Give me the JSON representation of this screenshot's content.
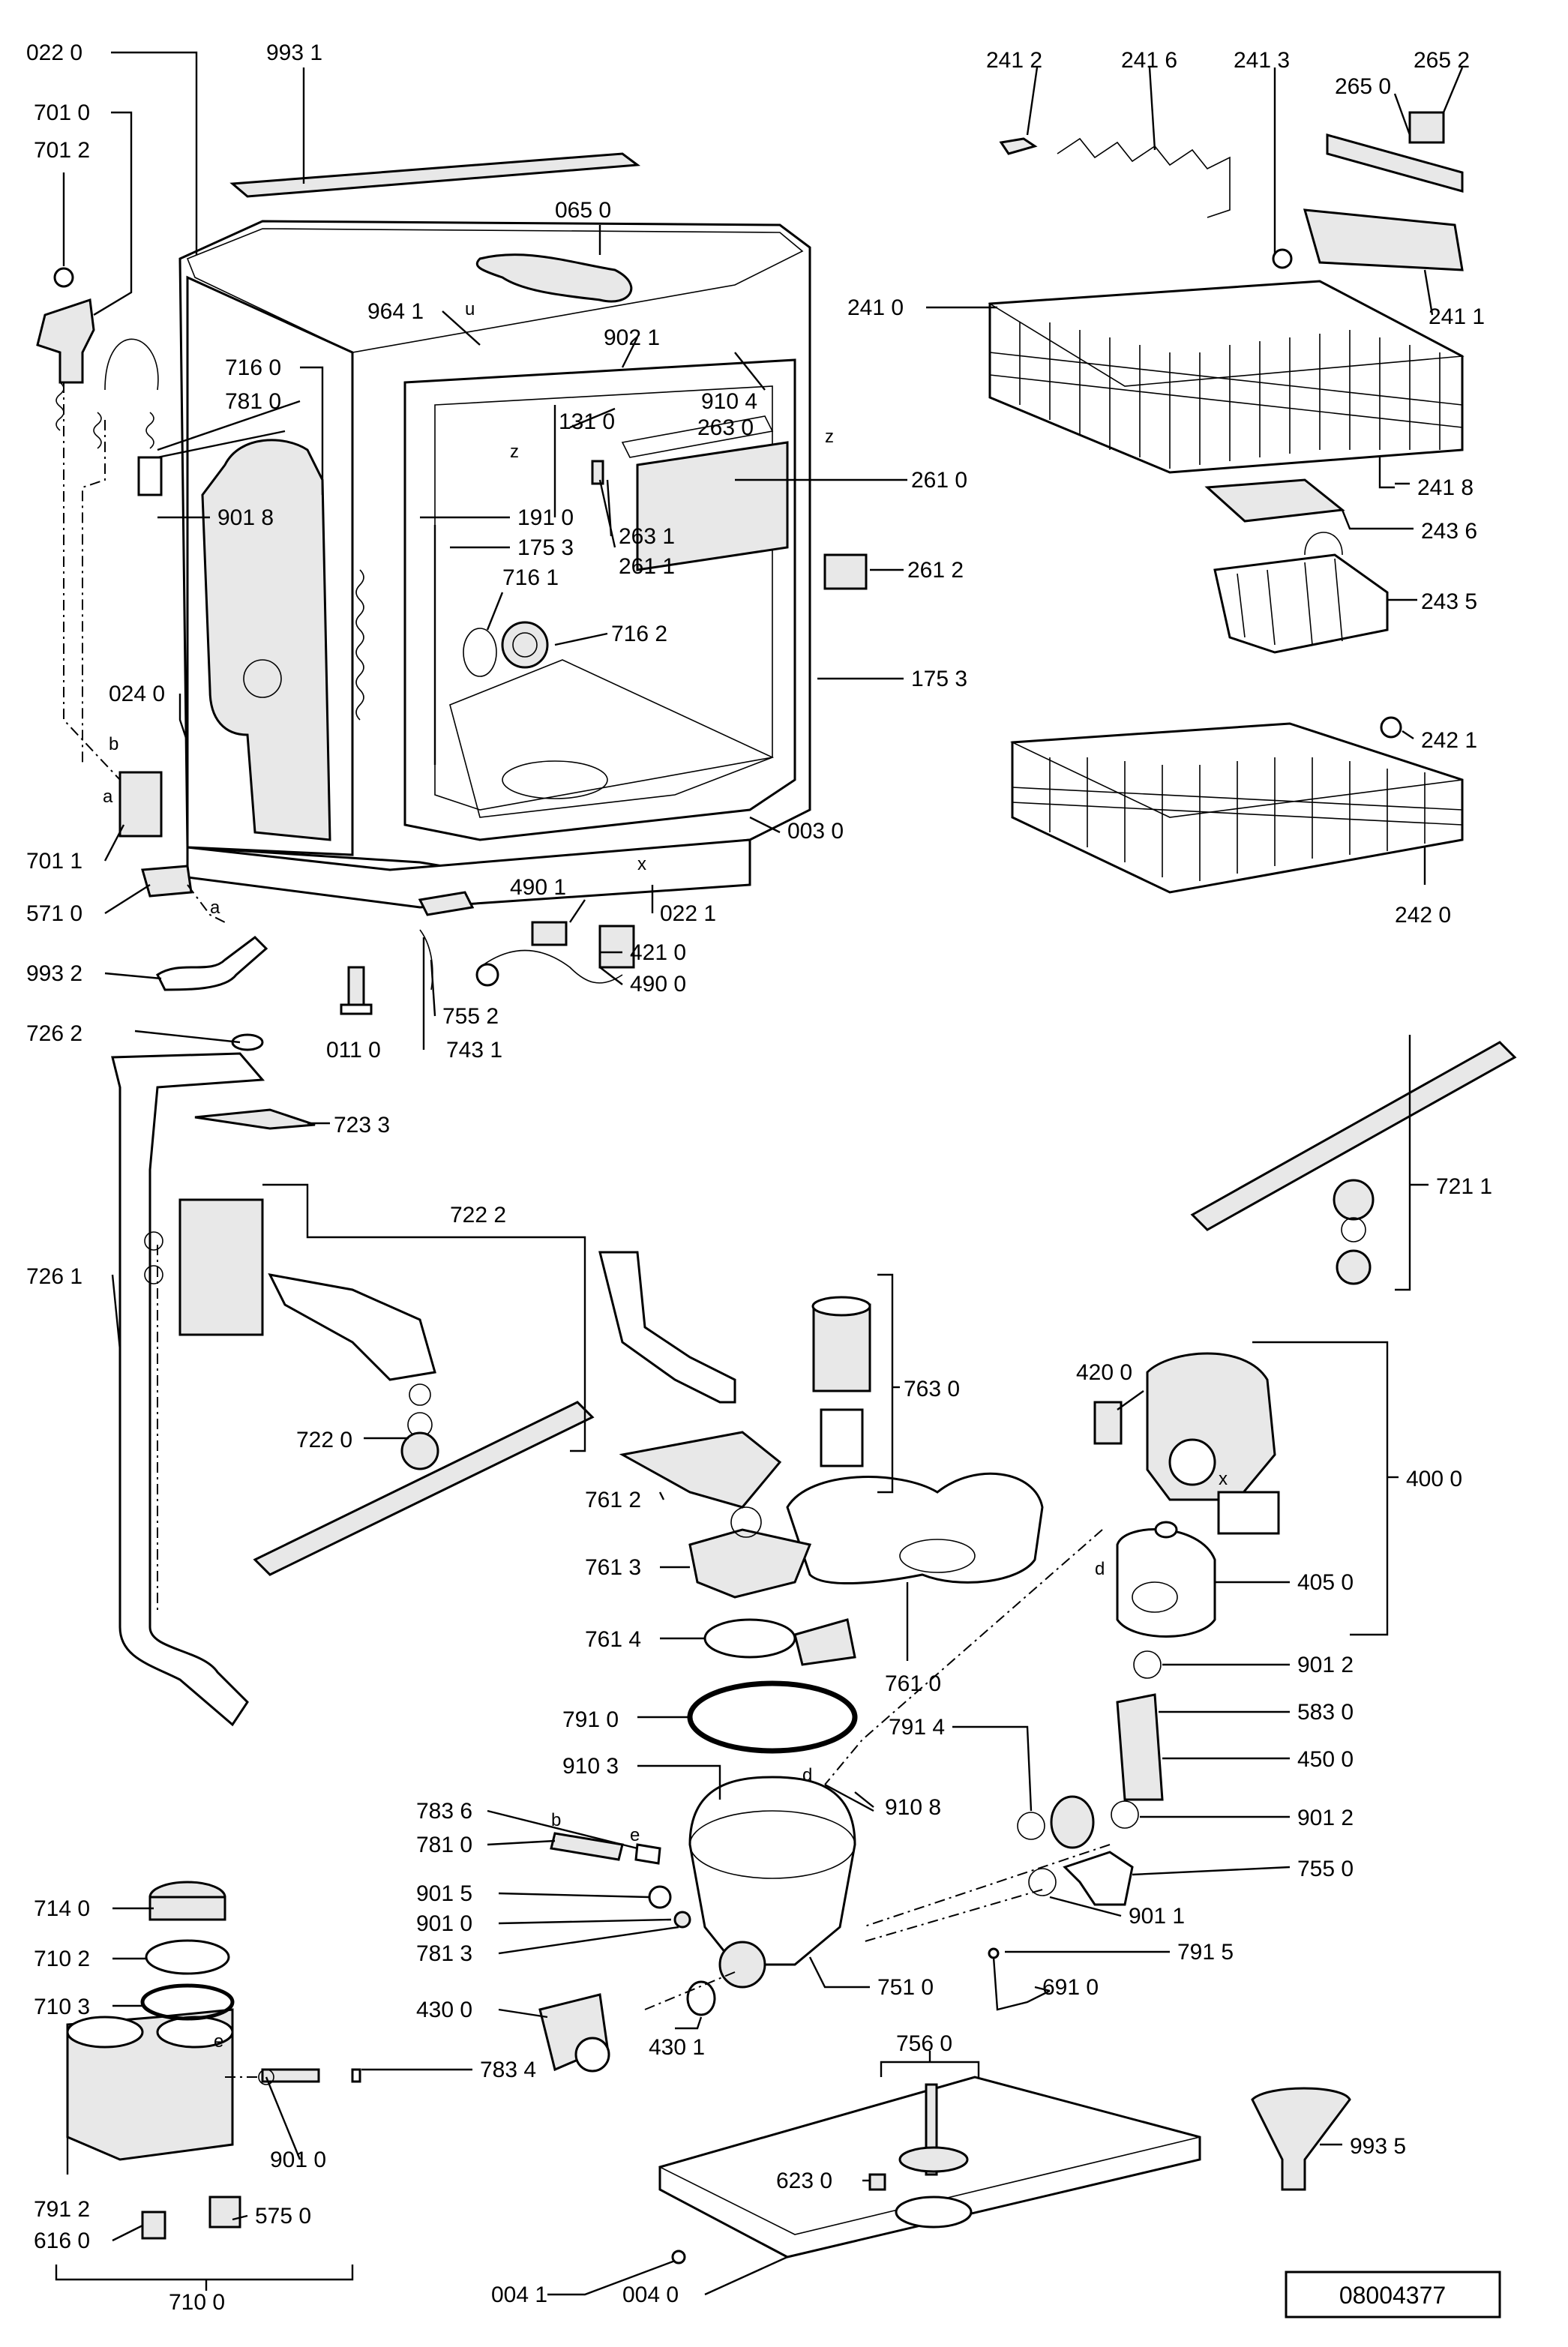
{
  "reference_number": "08004377",
  "callout_letters": [
    "u",
    "z",
    "z",
    "b",
    "a",
    "a",
    "x",
    "x",
    "d",
    "d",
    "b",
    "e",
    "e"
  ],
  "labels": [
    "022 0",
    "993 1",
    "701 0",
    "701 2",
    "065 0",
    "964 1",
    "902 1",
    "910 4",
    "716 0",
    "781 0",
    "131 0",
    "263 0",
    "261 0",
    "901 8",
    "191 0",
    "175 3",
    "263 1",
    "261 1",
    "261 2",
    "716 1",
    "716 2",
    "175 3",
    "024 0",
    "003 0",
    "701 1",
    "490 1",
    "022 1",
    "571 0",
    "421 0",
    "993 2",
    "490 0",
    "755 2",
    "011 0",
    "743 1",
    "241 2",
    "241 6",
    "241 3",
    "265 2",
    "265 0",
    "241 0",
    "241 1",
    "241 8",
    "243 6",
    "243 5",
    "242 1",
    "242 0",
    "726 2",
    "723 3",
    "722 2",
    "726 1",
    "722 0",
    "721 1",
    "763 0",
    "420 0",
    "400 0",
    "761 2",
    "761 3",
    "405 0",
    "761 4",
    "761 0",
    "901 2",
    "791 0",
    "583 0",
    "791 4",
    "450 0",
    "910 3",
    "910 8",
    "901 2",
    "783 6",
    "781 0",
    "755 0",
    "901 5",
    "901 0",
    "901 1",
    "781 3",
    "791 5",
    "430 0",
    "751 0",
    "691 0",
    "430 1",
    "714 0",
    "710 2",
    "710 3",
    "783 4",
    "756 0",
    "993 5",
    "901 0",
    "623 0",
    "791 2",
    "575 0",
    "616 0",
    "710 0",
    "004 1",
    "004 0"
  ]
}
